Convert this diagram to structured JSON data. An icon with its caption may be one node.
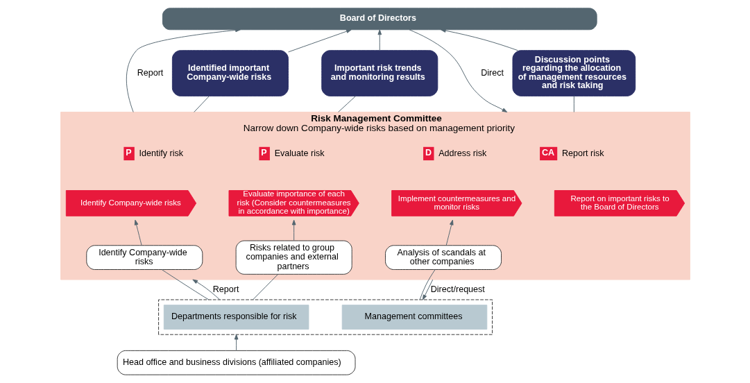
{
  "diagram": {
    "nodes": [
      {
        "text": [
          "Board of Directors"
        ]
      },
      {
        "text": [
          "Identified important Company-wide risks"
        ]
      },
      {
        "text": [
          "Important risk trends and monitoring results"
        ]
      },
      {
        "text": [
          "Discussion points regarding the allocation of management resources and risk taking"
        ]
      },
      {
        "text": [
          "Risk Management Committee",
          "Narrow down Company-wide risks based on management priority"
        ]
      },
      {
        "text": [
          "P"
        ],
        "beside": [
          "Identify risk"
        ],
        "in": 4
      },
      {
        "text": [
          "Identify Company-wide risks"
        ],
        "in": 4
      },
      {
        "text": [
          "P"
        ],
        "beside": [
          "Evaluate risk"
        ],
        "in": 4
      },
      {
        "text": [
          "Evaluate importance of each risk (Consider countermeasures in accordance with importance)"
        ],
        "in": 4
      },
      {
        "text": [
          "D"
        ],
        "beside": [
          "Address risk"
        ],
        "in": 4
      },
      {
        "text": [
          "Implement countermeasures and monitor risks"
        ],
        "in": 4
      },
      {
        "text": [
          "CA"
        ],
        "beside": [
          "Report risk"
        ],
        "in": 4
      },
      {
        "text": [
          "Report on important risks to the Board of Directors"
        ],
        "in": 4
      },
      {
        "text": [
          "Identify Company-wide risks"
        ],
        "in": 4
      },
      {
        "text": [
          "Risks related to group companies and external partners"
        ],
        "in": 4
      },
      {
        "text": [
          "Analysis of scandals at other companies"
        ],
        "in": 4
      },
      {
        "text": [],
        "shape": "box"
      },
      {
        "text": [
          "Departments responsible for risk"
        ],
        "in": 16
      },
      {
        "text": [
          "Management committees"
        ],
        "in": 16
      },
      {
        "text": [
          "Head office and business divisions (affiliated companies)"
        ]
      }
    ],
    "edges": [
      {
        "from": 4,
        "to": 0,
        "arrow": "to",
        "label": "Report"
      },
      {
        "from": 0,
        "to": 4,
        "arrow": "to",
        "label": "Direct"
      },
      {
        "from": 4,
        "to": 1,
        "arrow": "none"
      },
      {
        "from": 4,
        "to": 2,
        "arrow": "none"
      },
      {
        "from": 4,
        "to": 3,
        "arrow": "none"
      },
      {
        "from": 1,
        "to": 0,
        "arrow": "to"
      },
      {
        "from": 2,
        "to": 0,
        "arrow": "to"
      },
      {
        "from": 3,
        "to": 0,
        "arrow": "to"
      },
      {
        "from": 13,
        "to": 6,
        "arrow": "to"
      },
      {
        "from": 14,
        "to": 8,
        "arrow": "to"
      },
      {
        "from": 15,
        "to": 10,
        "arrow": "to"
      },
      {
        "from": 16,
        "to": 13,
        "arrow": "none"
      },
      {
        "from": 16,
        "to": 14,
        "arrow": "none"
      },
      {
        "from": 16,
        "to": 15,
        "arrow": "none"
      },
      {
        "from": 16,
        "to": 4,
        "arrow": "to",
        "label": "Report"
      },
      {
        "from": 4,
        "to": 16,
        "arrow": "to",
        "label": "Direct/request"
      },
      {
        "from": 19,
        "to": 16,
        "arrow": "to"
      }
    ]
  }
}
